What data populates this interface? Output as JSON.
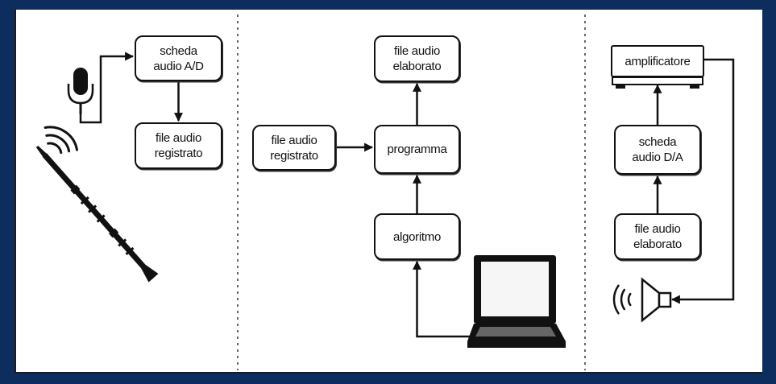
{
  "colors": {
    "frame": "#0c2d5e",
    "panel": "#ffffff",
    "ink": "#111111"
  },
  "recording": {
    "adc_card": [
      "scheda",
      "audio A/D"
    ],
    "recorded_file": [
      "file audio",
      "registrato"
    ],
    "icons": [
      "microphone-icon",
      "sound-waves-icon",
      "clarinet-icon"
    ]
  },
  "processing": {
    "processed_file": [
      "file audio",
      "elaborato"
    ],
    "program": [
      "programma"
    ],
    "recorded_file": [
      "file audio",
      "registrato"
    ],
    "algorithm": [
      "algoritmo"
    ],
    "icons": [
      "laptop-icon"
    ]
  },
  "playback": {
    "amplifier": [
      "amplificatore"
    ],
    "dac_card": [
      "scheda",
      "audio D/A"
    ],
    "processed_file": [
      "file audio",
      "elaborato"
    ],
    "icons": [
      "speaker-icon",
      "sound-waves-icon"
    ]
  }
}
